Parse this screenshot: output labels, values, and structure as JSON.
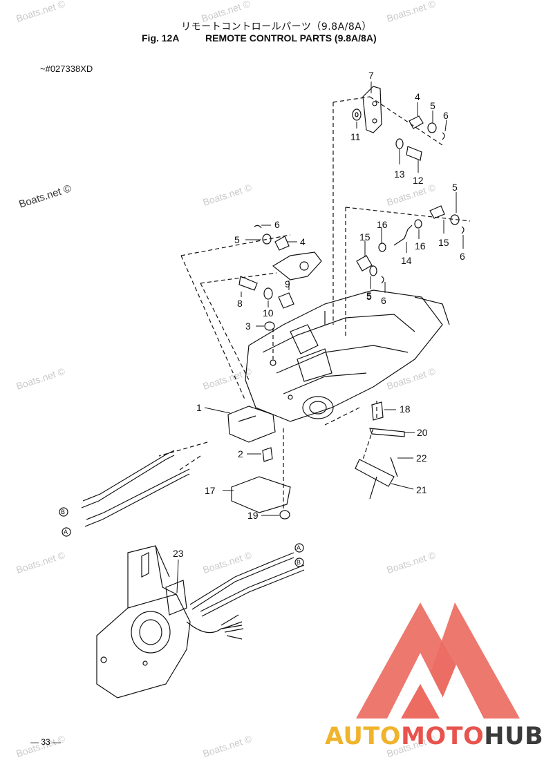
{
  "header": {
    "title_jp": "リモートコントロールパーツ（9.8A/8A）",
    "fig_label": "Fig. 12A",
    "fig_title": "REMOTE CONTROL PARTS (9.8A/8A)",
    "serial": "~#027338XD"
  },
  "watermark": "Boats.net ©",
  "callouts": [
    {
      "id": "c7",
      "text": "7"
    },
    {
      "id": "c4a",
      "text": "4"
    },
    {
      "id": "c5a",
      "text": "5"
    },
    {
      "id": "c6a",
      "text": "6"
    },
    {
      "id": "c11",
      "text": "11"
    },
    {
      "id": "c13",
      "text": "13"
    },
    {
      "id": "c12",
      "text": "12"
    },
    {
      "id": "c5b",
      "text": "5"
    },
    {
      "id": "c6b",
      "text": "6"
    },
    {
      "id": "c5c",
      "text": "5"
    },
    {
      "id": "c4b",
      "text": "4"
    },
    {
      "id": "c16a",
      "text": "16"
    },
    {
      "id": "c15a",
      "text": "15"
    },
    {
      "id": "c16b",
      "text": "16"
    },
    {
      "id": "c15b",
      "text": "15"
    },
    {
      "id": "c5d",
      "text": "5"
    },
    {
      "id": "c14",
      "text": "14"
    },
    {
      "id": "c6c",
      "text": "6"
    },
    {
      "id": "c9",
      "text": "9"
    },
    {
      "id": "c8",
      "text": "8"
    },
    {
      "id": "c10",
      "text": "10"
    },
    {
      "id": "c5e",
      "text": "5"
    },
    {
      "id": "c6d",
      "text": "6"
    },
    {
      "id": "c3",
      "text": "3"
    },
    {
      "id": "c1",
      "text": "1"
    },
    {
      "id": "c18",
      "text": "18"
    },
    {
      "id": "c20",
      "text": "20"
    },
    {
      "id": "c2",
      "text": "2"
    },
    {
      "id": "c22",
      "text": "22"
    },
    {
      "id": "c21",
      "text": "21"
    },
    {
      "id": "c17",
      "text": "17"
    },
    {
      "id": "c19",
      "text": "19"
    },
    {
      "id": "c23",
      "text": "23"
    }
  ],
  "cable_markers": {
    "a": "A",
    "b": "B"
  },
  "page_number": "— 33 —",
  "brand": {
    "part1": "AUTO",
    "part2": "MOTO",
    "part3": "HUB"
  },
  "colors": {
    "logo_red": "#e8534d",
    "logo_yellow": "#f0b32c",
    "logo_dark": "#3a3a3a",
    "watermark": "#c9c9c9"
  }
}
